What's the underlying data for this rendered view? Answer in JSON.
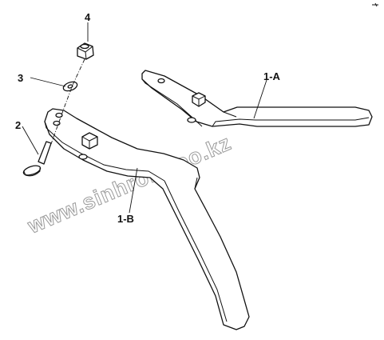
{
  "diagram": {
    "labels": {
      "nut": "4",
      "washer": "3",
      "bolt": "2",
      "bracket_a": "1-A",
      "bracket_b": "1-B"
    },
    "watermark": "www.sinhron-too.kz"
  }
}
